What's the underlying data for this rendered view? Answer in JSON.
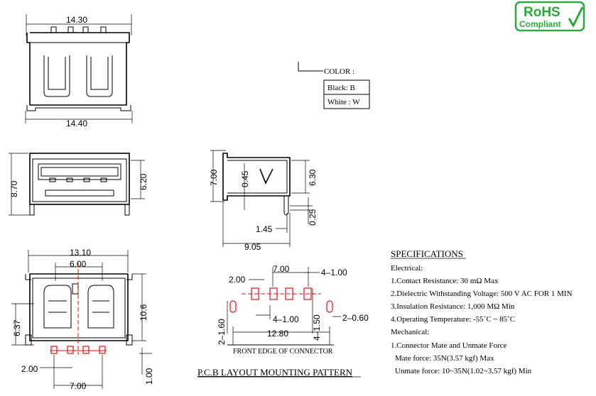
{
  "badge": {
    "line1": "RoHS",
    "line2": "Compliant",
    "color": "#2aa83a"
  },
  "color_box": {
    "title": "COLOR :",
    "rows": [
      "Black: B",
      "White : W"
    ]
  },
  "top_view": {
    "width_top": "14.30",
    "width_bottom": "14.40"
  },
  "front_view": {
    "height_outer": "8.70",
    "height_inner": "6.20"
  },
  "side_view": {
    "height_left": "7.00",
    "gap": "0.45",
    "height_right": "6.30",
    "pin": "0.25",
    "offset": "1.45",
    "depth": "9.05"
  },
  "bottom_view": {
    "width_outer": "13.10",
    "width_inner": "6.00",
    "height_right": "10.6",
    "height_left": "6.37",
    "pin_pitch": "2.00",
    "pin_span": "7.00",
    "pin_offset": "1.00"
  },
  "pcb": {
    "pitch": "2.00",
    "span": "7.00",
    "pad_right": "4–1.00",
    "pad_mid": "4–1.00",
    "hole_left": "2–1.60",
    "hole_right": "2–0.60",
    "pad_v": "4–1.50",
    "total": "12.80",
    "edge_label": "FRONT EDGE OF CONNECTOR",
    "title": "P.C.B LAYOUT MOUNTING PATTERN"
  },
  "specs": {
    "heading": "SPECIFICATIONS",
    "electrical_title": "Electrical:",
    "electrical": [
      "1.Contact Resistance: 30 mΩ Max",
      "2.Dielectric Withstanding Voltage: 500 V AC FOR 1 MIN",
      "3.Insulation Resistance: 1,000 MΩ Min",
      "4.Operating Temperature: -55˚C ~ 85˚C"
    ],
    "mechanical_title": "Mechanical:",
    "mechanical": [
      "1.Connector Mate and Unmate Force",
      "Mate force: 35N(3.57 kgf) Max",
      "Unmate force: 10~35N(1.02~3.57 kgf) Min"
    ]
  }
}
